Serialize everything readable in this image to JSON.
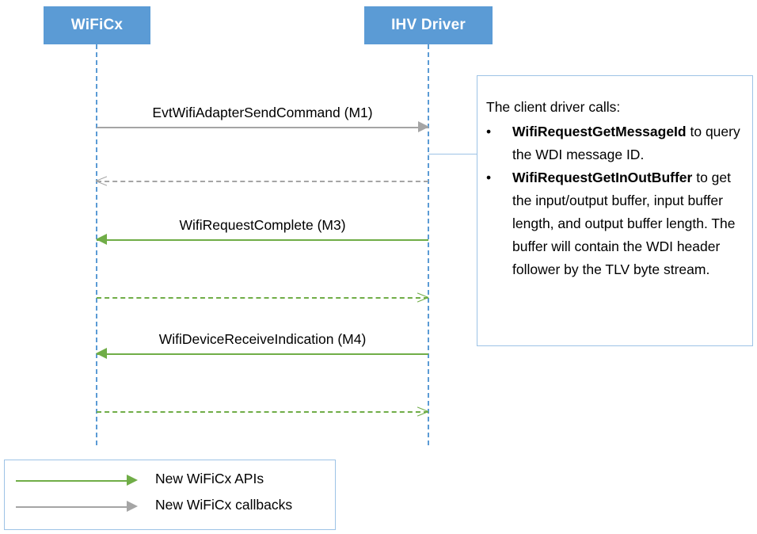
{
  "diagram": {
    "type": "sequence-diagram",
    "participants": [
      {
        "id": "wificx",
        "label": "WiFiCx"
      },
      {
        "id": "ihv",
        "label": "IHV Driver"
      }
    ],
    "messages": [
      {
        "id": "m1",
        "label": "EvtWifiAdapterSendCommand (M1)",
        "direction": "right",
        "style": "solid",
        "color": "#A5A5A5",
        "arrowhead": "filled"
      },
      {
        "id": "m2",
        "label": "",
        "direction": "left",
        "style": "dashed",
        "color": "#A5A5A5",
        "arrowhead": "open"
      },
      {
        "id": "m3",
        "label": "WifiRequestComplete (M3)",
        "direction": "left",
        "style": "solid",
        "color": "#70AD47",
        "arrowhead": "filled"
      },
      {
        "id": "m3r",
        "label": "",
        "direction": "right",
        "style": "dashed",
        "color": "#70AD47",
        "arrowhead": "open"
      },
      {
        "id": "m4",
        "label": "WifiDeviceReceiveIndication (M4)",
        "direction": "left",
        "style": "solid",
        "color": "#70AD47",
        "arrowhead": "filled"
      },
      {
        "id": "m4r",
        "label": "",
        "direction": "right",
        "style": "dashed",
        "color": "#70AD47",
        "arrowhead": "open"
      }
    ],
    "callout": {
      "intro": "The client driver calls:",
      "items": [
        {
          "bullet": "•",
          "api": "WifiRequestGetMessageId",
          "rest": " to query the WDI message ID."
        },
        {
          "bullet": "•",
          "api": "WifiRequestGetInOutBuffer",
          "rest": " to get the input/output buffer, input buffer length, and output buffer length. The buffer will contain the WDI header follower by the TLV byte stream."
        }
      ]
    },
    "legend": {
      "rows": [
        {
          "label": "New WiFiCx APIs",
          "color": "#70AD47"
        },
        {
          "label": "New WiFiCx callbacks",
          "color": "#A5A5A5"
        }
      ]
    },
    "colors": {
      "participant_fill": "#5B9BD5",
      "lifeline": "#5B9BD5",
      "api_green": "#70AD47",
      "callback_gray": "#A5A5A5",
      "box_border": "#9DC3E6"
    }
  }
}
